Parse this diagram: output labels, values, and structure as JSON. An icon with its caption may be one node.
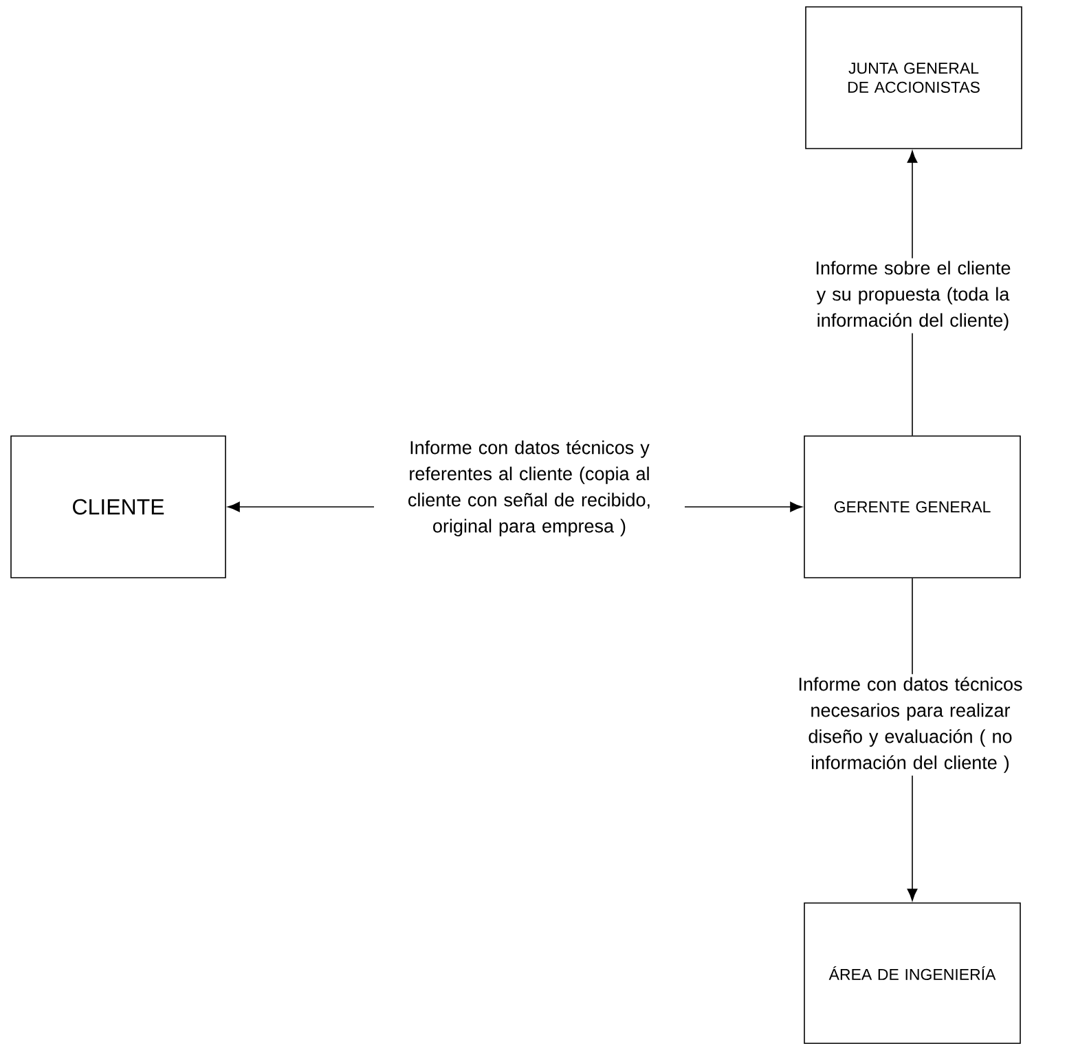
{
  "diagram": {
    "nodes": [
      {
        "text": [
          "JUNTA GENERAL DE ACCIONISTAS"
        ]
      },
      {
        "text": [
          "CLIENTE"
        ]
      },
      {
        "text": [
          "GERENTE GENERAL"
        ]
      },
      {
        "text": [
          "ÁREA DE INGENIERÍA"
        ]
      }
    ],
    "edges": [
      {
        "from": 2,
        "to": 0,
        "arrow": "to",
        "label": "Informe sobre el cliente y su propuesta (toda la información del cliente)"
      },
      {
        "from": 1,
        "to": 2,
        "arrow": "both",
        "label": "Informe con datos técnicos y referentes al cliente (copia al cliente con señal de recibido, original para empresa )"
      },
      {
        "from": 2,
        "to": 3,
        "arrow": "to",
        "label": "Informe con datos técnicos necesarios para realizar diseño y evaluación ( no información del cliente )"
      }
    ]
  }
}
